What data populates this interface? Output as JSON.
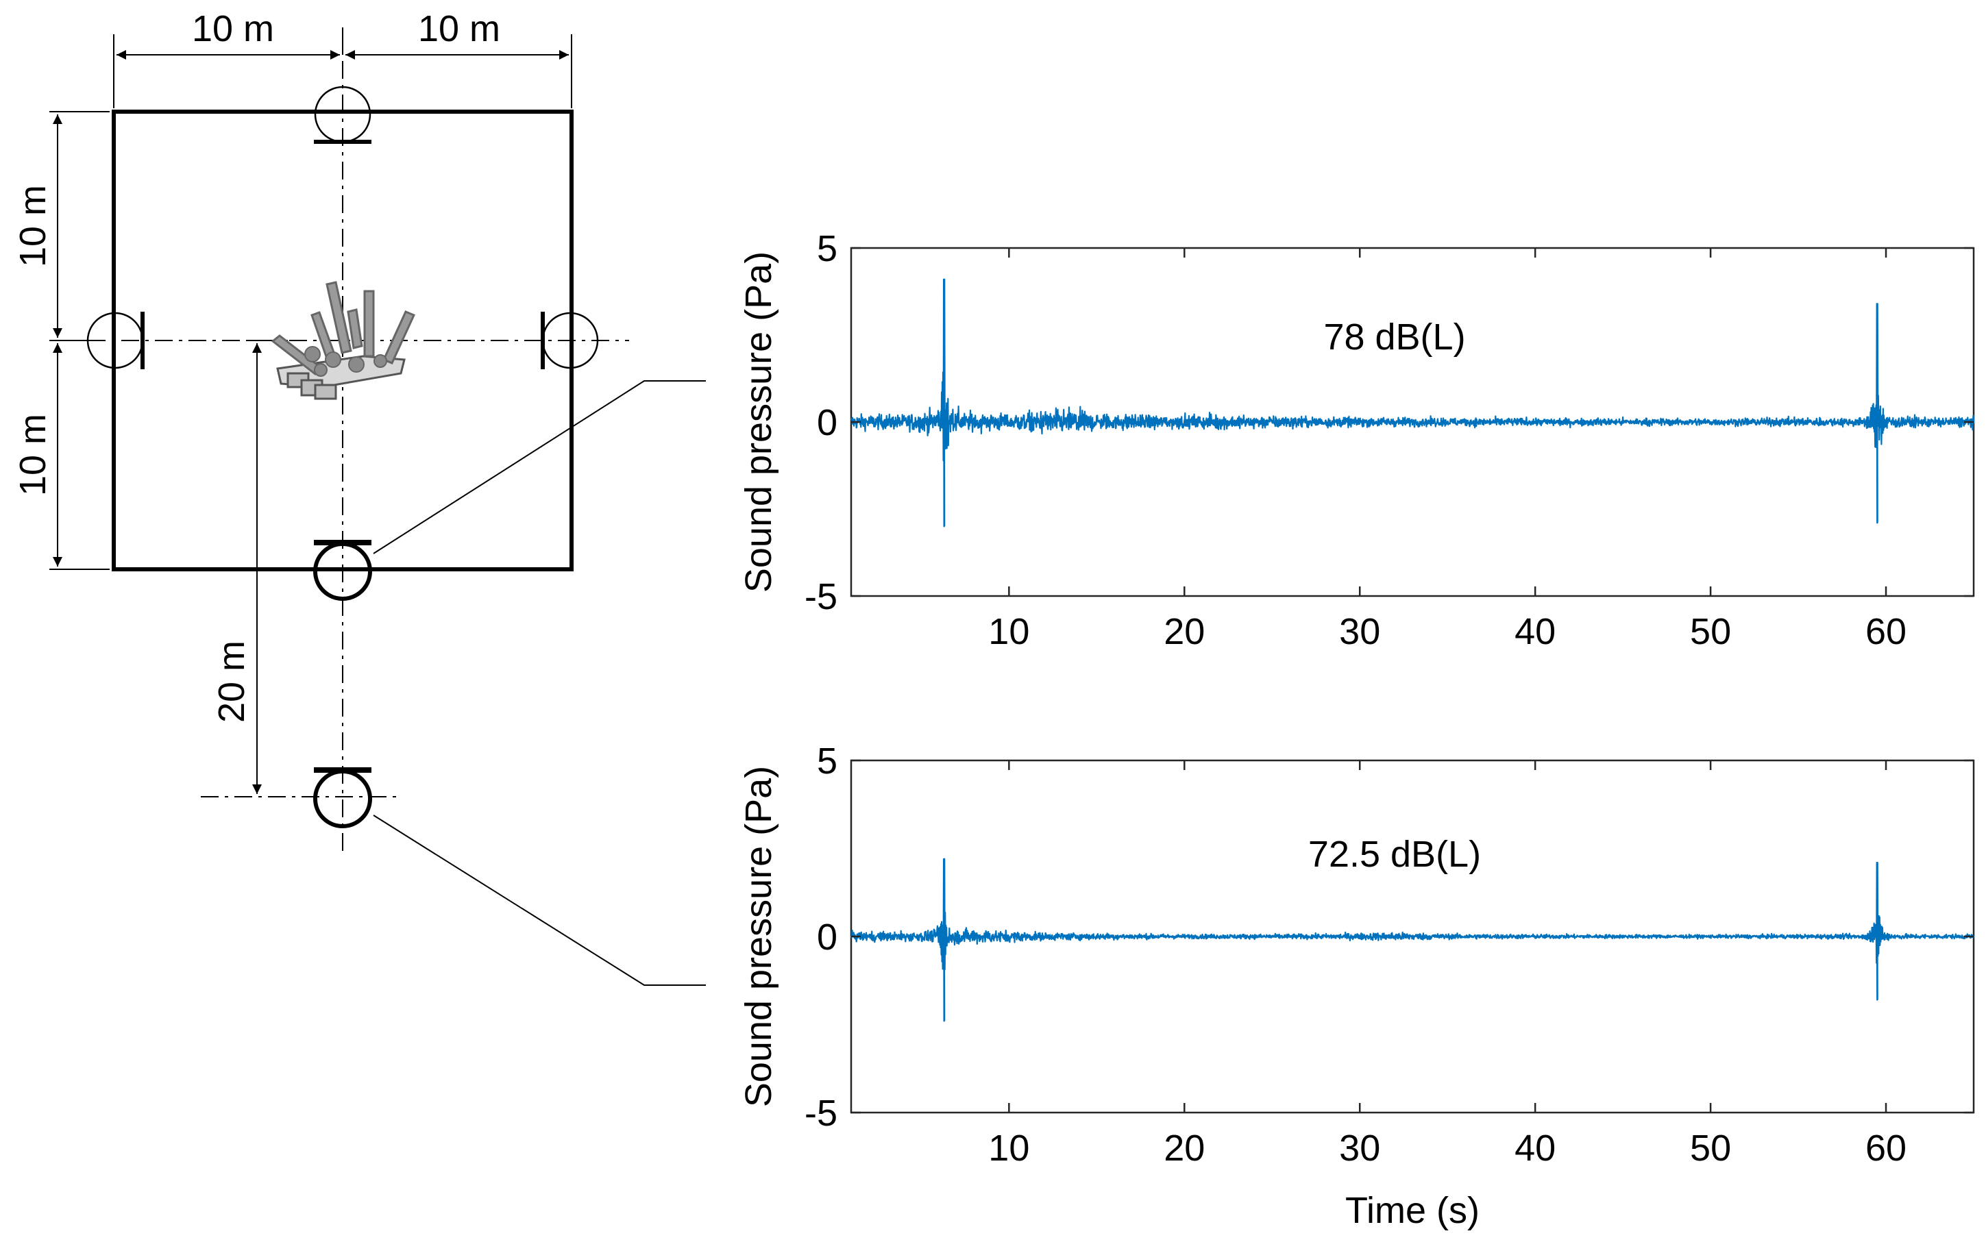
{
  "diagram": {
    "dimensions": {
      "top_left": "10 m",
      "top_right": "10 m",
      "left_upper": "10 m",
      "left_lower": "10 m",
      "offset": "20 m"
    },
    "colors": {
      "line": "#000000",
      "machine": "#9a9a9a",
      "machine_light": "#d0d0d0"
    },
    "icons": [
      "microphone-icon",
      "drilling-machine-icon"
    ]
  },
  "chart_data": [
    {
      "type": "line",
      "annotation": "78 dB(L)",
      "xlabel": "",
      "ylabel": "Sound pressure (Pa)",
      "xlim": [
        1,
        65
      ],
      "ylim": [
        -5,
        5
      ],
      "xticks": [
        10,
        20,
        30,
        40,
        50,
        60
      ],
      "yticks": [
        -5,
        0,
        5
      ],
      "series": [
        {
          "color": "#0072BD"
        }
      ],
      "events": [
        {
          "x": 6.3,
          "peak_max": 4.1,
          "peak_min": -3.0
        },
        {
          "x": 59.5,
          "peak_max": 3.4,
          "peak_min": -2.9
        }
      ],
      "noise_envelope": [
        [
          1,
          0.35
        ],
        [
          4,
          0.35
        ],
        [
          6,
          0.6
        ],
        [
          7,
          0.5
        ],
        [
          10,
          0.4
        ],
        [
          12,
          0.55
        ],
        [
          13.5,
          0.6
        ],
        [
          15,
          0.4
        ],
        [
          20,
          0.3
        ],
        [
          22,
          0.35
        ],
        [
          25,
          0.28
        ],
        [
          30,
          0.22
        ],
        [
          40,
          0.18
        ],
        [
          50,
          0.16
        ],
        [
          55,
          0.2
        ],
        [
          59,
          0.2
        ],
        [
          60,
          0.3
        ],
        [
          63,
          0.22
        ],
        [
          65,
          0.28
        ]
      ],
      "grid": false
    },
    {
      "type": "line",
      "annotation": "72.5 dB(L)",
      "xlabel": "Time (s)",
      "ylabel": "Sound pressure (Pa)",
      "xlim": [
        1,
        65
      ],
      "ylim": [
        -5,
        5
      ],
      "xticks": [
        10,
        20,
        30,
        40,
        50,
        60
      ],
      "yticks": [
        -5,
        0,
        5
      ],
      "series": [
        {
          "color": "#0072BD"
        }
      ],
      "events": [
        {
          "x": 6.3,
          "peak_max": 2.2,
          "peak_min": -2.4
        },
        {
          "x": 59.5,
          "peak_max": 2.1,
          "peak_min": -1.8
        }
      ],
      "noise_envelope": [
        [
          1,
          0.22
        ],
        [
          4,
          0.22
        ],
        [
          6,
          0.3
        ],
        [
          8,
          0.35
        ],
        [
          9,
          0.3
        ],
        [
          12,
          0.18
        ],
        [
          20,
          0.1
        ],
        [
          28,
          0.12
        ],
        [
          32,
          0.2
        ],
        [
          35,
          0.12
        ],
        [
          40,
          0.1
        ],
        [
          50,
          0.08
        ],
        [
          60,
          0.12
        ],
        [
          65,
          0.1
        ]
      ],
      "grid": false
    }
  ]
}
